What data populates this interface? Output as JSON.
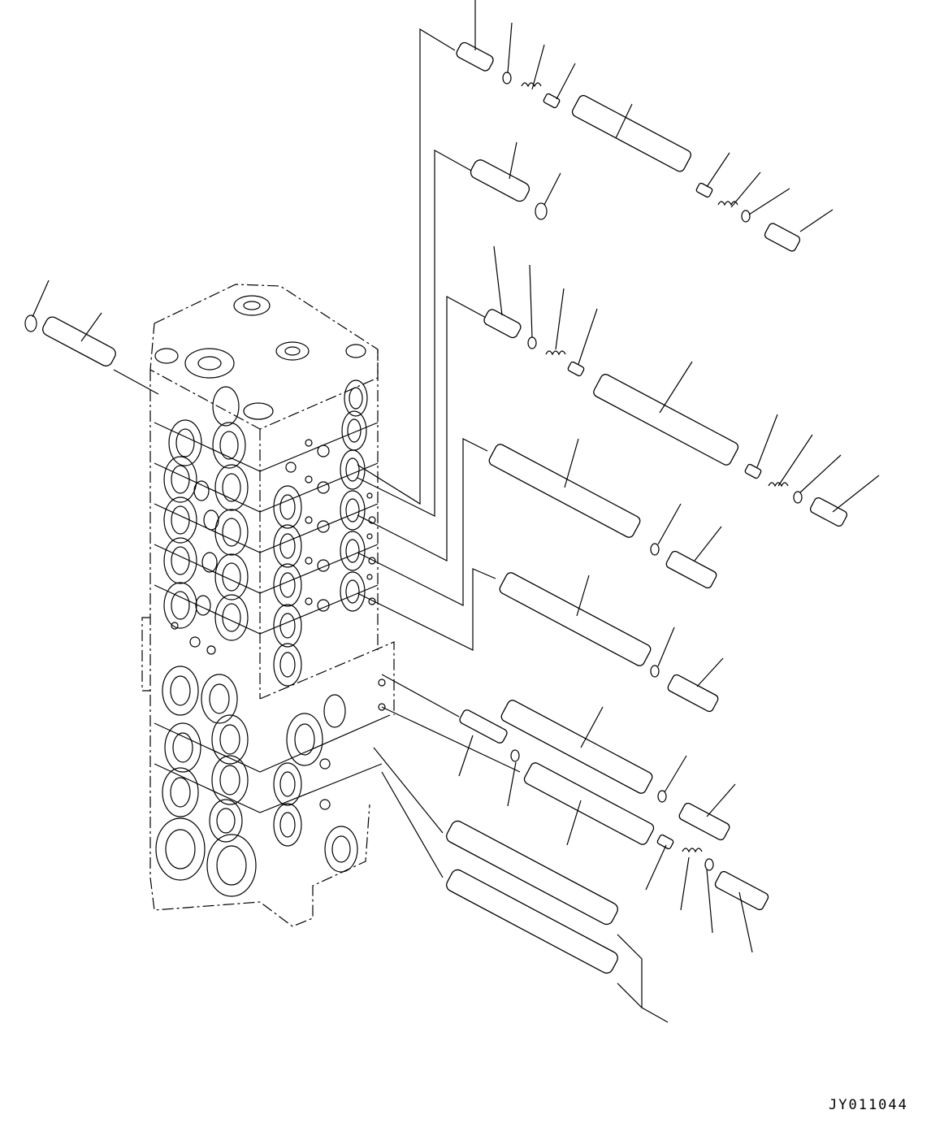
{
  "diagram": {
    "type": "exploded-parts-view",
    "subject": "main control valve (hydraulic) with spools, springs, o-rings and plugs",
    "drawing_code": "JY011044",
    "line_color": "#000000",
    "background": "#ffffff"
  }
}
